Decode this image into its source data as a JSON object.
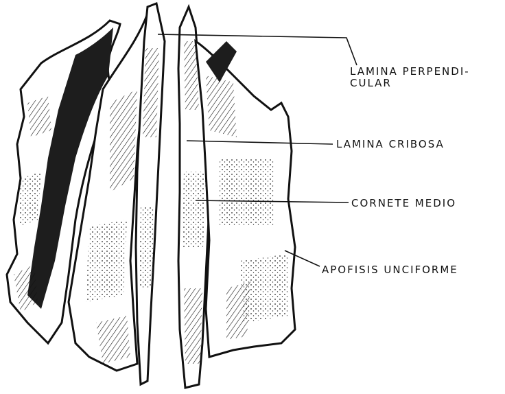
{
  "labels": {
    "lamina_perpendicular_line1": "LAMINA PERPENDI-",
    "lamina_perpendicular_line2": "CULAR",
    "lamina_cribosa": "LAMINA CRIBOSA",
    "cornete_medio": "CORNETE MEDIO",
    "apofisis_unciforme": "APOFISIS UNCIFORME"
  },
  "colors": {
    "ink": "#111111",
    "paper": "#ffffff",
    "shade": "#2a2a2a"
  }
}
